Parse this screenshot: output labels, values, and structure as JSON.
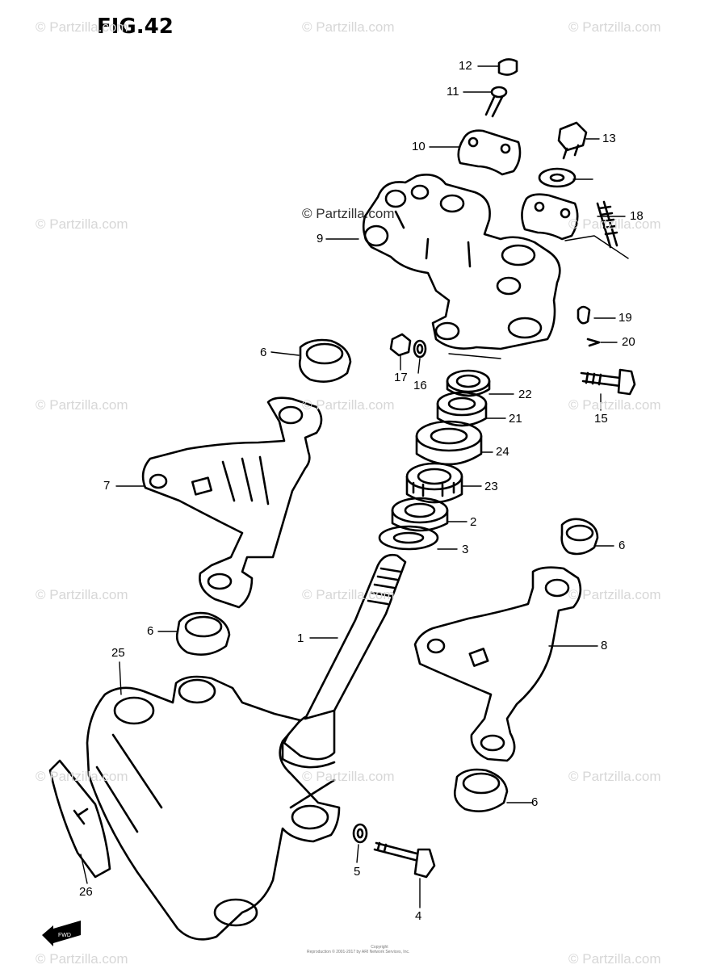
{
  "figure": {
    "title": "FIG.42"
  },
  "watermark": {
    "text": "© Partzilla.com"
  },
  "footer": {
    "line1": "Copyright",
    "line2": "Reproduction © 2001-2017 by ARI Network Services, Inc."
  },
  "fwd_label": "FWD",
  "callouts": [
    "12",
    "11",
    "10",
    "13",
    "18",
    "9",
    "19",
    "20",
    "6",
    "17",
    "16",
    "22",
    "15",
    "21",
    "24",
    "7",
    "23",
    "2",
    "6",
    "3",
    "1",
    "8",
    "6",
    "25",
    "6",
    "5",
    "4",
    "26"
  ]
}
